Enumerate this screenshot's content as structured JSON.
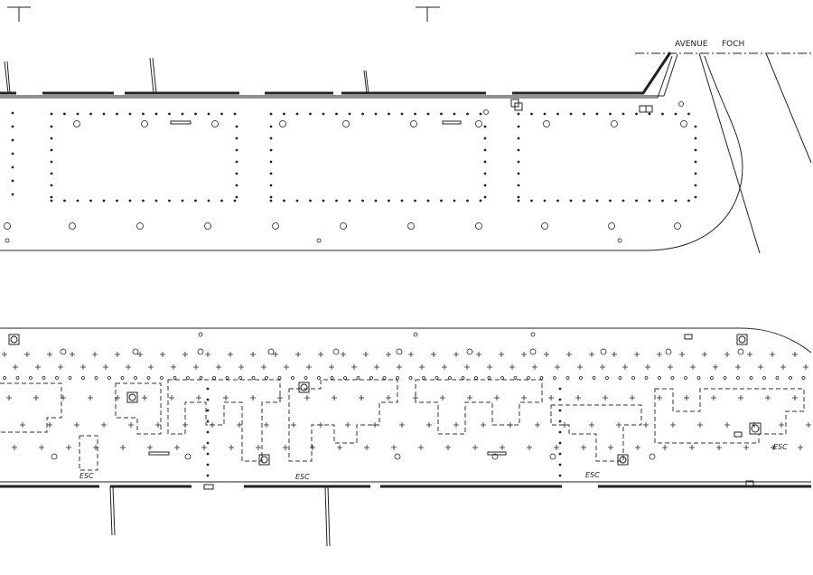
{
  "labels": {
    "street_1": "AVENUE",
    "street_2": "FOCH",
    "escalator": "ESC"
  },
  "colors": {
    "ink": "#222222",
    "paper": "#ffffff"
  }
}
